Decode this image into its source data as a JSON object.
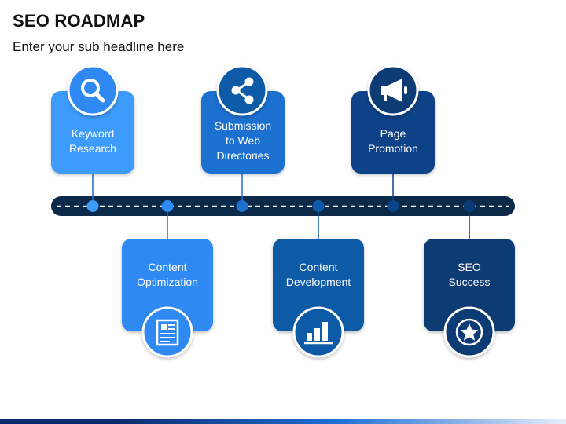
{
  "header": {
    "title": "SEO ROADMAP",
    "subtitle": "Enter your sub headline here"
  },
  "steps": [
    {
      "label": "Keyword Research",
      "lines": [
        "Keyword",
        "Research"
      ],
      "icon": "search-icon",
      "color": "#3d9bfc",
      "position": "top"
    },
    {
      "label": "Content Optimization",
      "lines": [
        "Content",
        "Optimization"
      ],
      "icon": "document-icon",
      "color": "#2f8af2",
      "position": "bottom"
    },
    {
      "label": "Submission to Web Directories",
      "lines": [
        "Submission",
        "to Web",
        "Directories"
      ],
      "icon": "share-icon",
      "color": "#1f70d0",
      "position": "top"
    },
    {
      "label": "Content Development",
      "lines": [
        "Content",
        "Development"
      ],
      "icon": "bar-chart-icon",
      "color": "#0f5aa6",
      "position": "bottom"
    },
    {
      "label": "Page Promotion",
      "lines": [
        "Page",
        "Promotion"
      ],
      "icon": "megaphone-icon",
      "color": "#0b4388",
      "position": "top"
    },
    {
      "label": "SEO Success",
      "lines": [
        "SEO",
        "Success"
      ],
      "icon": "star-icon",
      "color": "#0a3a73",
      "position": "bottom"
    }
  ],
  "colors": {
    "timeline": "#0b2a4a",
    "dot": "#2f8af2"
  }
}
